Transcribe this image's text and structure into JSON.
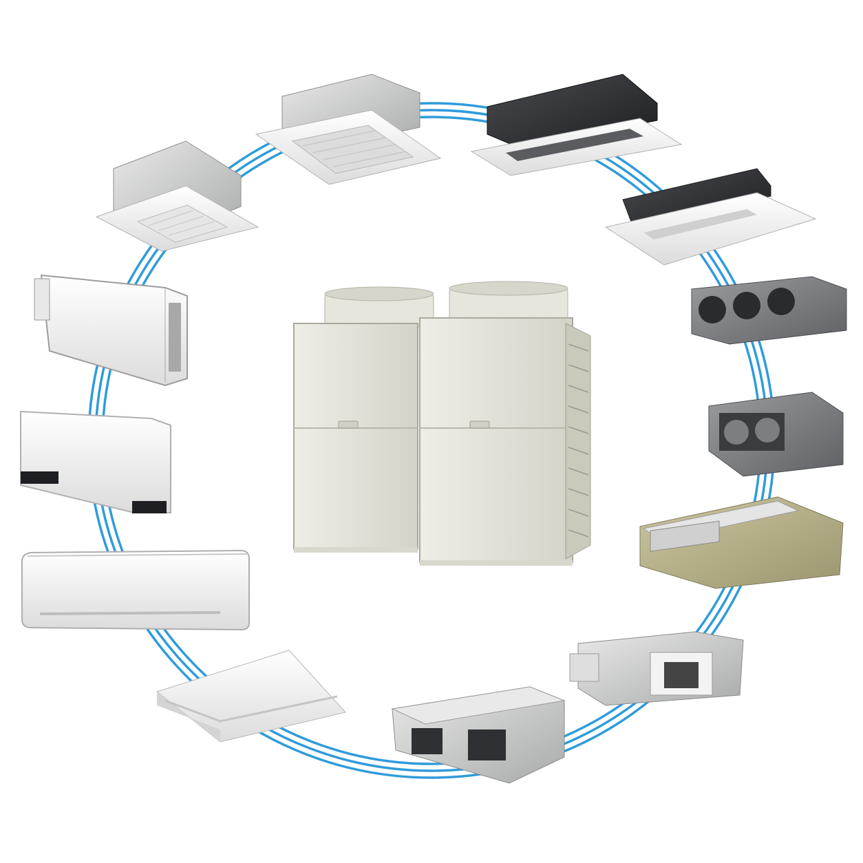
{
  "scene": {
    "description_name": "vrf-system-diagram",
    "pipe_color": "#2f9bdc",
    "panel_color": "#ffffff",
    "shadow_color": "#b8b8b8",
    "metal_color": "#cfd0cf",
    "dark_color": "#2b2d30",
    "outdoor_color": "#e3e3d8",
    "units": [
      "cassette-4way-small",
      "cassette-4way-large",
      "cassette-2way-dark",
      "cassette-1way",
      "ducted-high-static-3fan",
      "ducted-medium-static",
      "ducted-slim",
      "air-handling-unit",
      "fresh-air-unit",
      "ceiling-suspended",
      "wall-mounted",
      "floor-standing",
      "concealed-floor-standing"
    ]
  }
}
